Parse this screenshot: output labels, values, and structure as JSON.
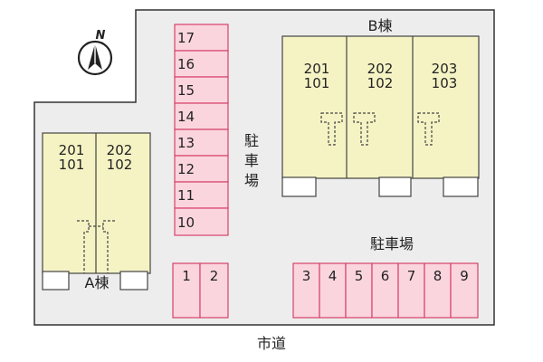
{
  "compass": {
    "label": "N"
  },
  "building_a": {
    "name": "A棟",
    "units": [
      {
        "top": "201",
        "bottom": "101"
      },
      {
        "top": "202",
        "bottom": "102"
      }
    ]
  },
  "building_b": {
    "name": "B棟",
    "units": [
      {
        "top": "201",
        "bottom": "101"
      },
      {
        "top": "202",
        "bottom": "102"
      },
      {
        "top": "203",
        "bottom": "103"
      }
    ]
  },
  "parking_vertical": {
    "label": "駐車場",
    "chars": [
      "駐",
      "車",
      "場"
    ],
    "stalls": [
      "17",
      "16",
      "15",
      "14",
      "13",
      "12",
      "11",
      "10"
    ]
  },
  "parking_bottom_left": {
    "stalls": [
      "1",
      "2"
    ]
  },
  "parking_right": {
    "label": "駐車場",
    "stalls": [
      "3",
      "4",
      "5",
      "6",
      "7",
      "8",
      "9"
    ]
  },
  "road": {
    "label": "市道"
  },
  "colors": {
    "site_fill": "#ededed",
    "building_fill": "#f5f3c4",
    "parking_fill": "#fbd5de",
    "parking_stroke": "#d6426a",
    "outline": "#333333"
  }
}
